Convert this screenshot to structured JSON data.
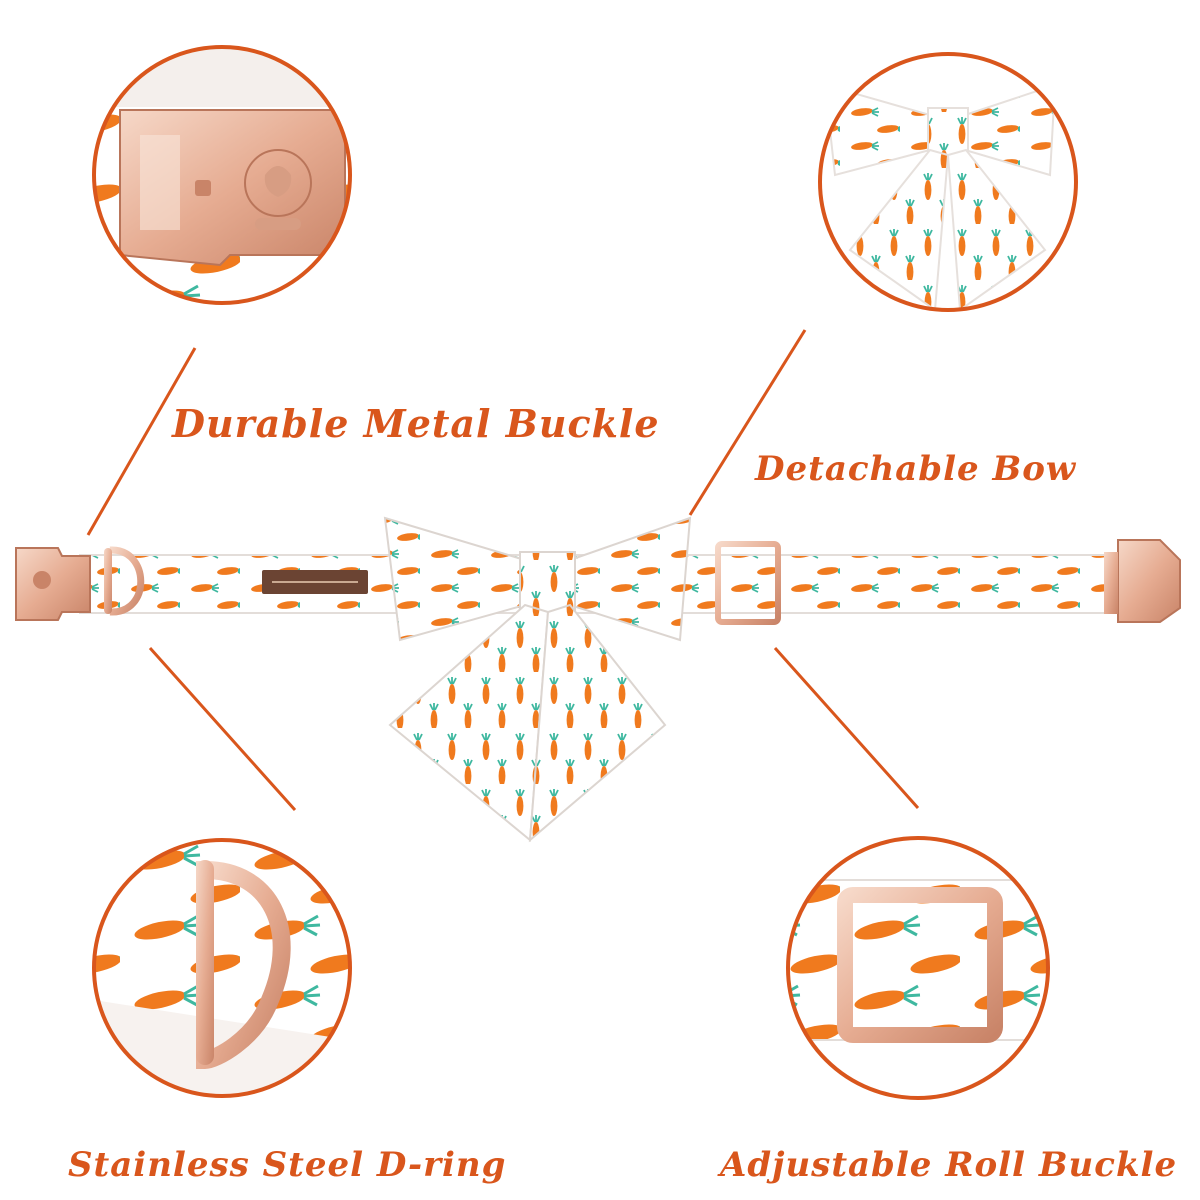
{
  "captions": {
    "metal_buckle": "Durable Metal Buckle",
    "bow": "Detachable Bow",
    "d_ring": "Stainless Steel D-ring",
    "roll_buckle": "Adjustable Roll Buckle"
  },
  "colors": {
    "accent": "#d9561c",
    "carrot": "#f07a1e",
    "carrot_leaf": "#3fb8a0",
    "rose_gold": "#e8b7a0",
    "fabric": "#ffffff"
  }
}
